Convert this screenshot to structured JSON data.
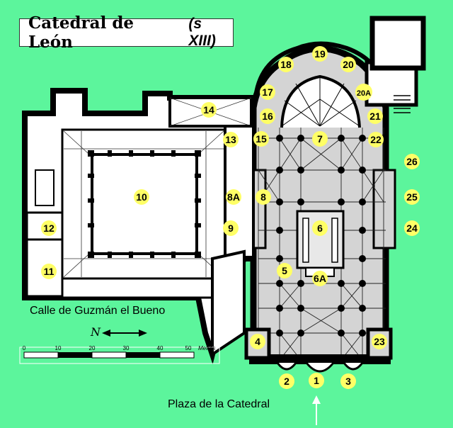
{
  "title": {
    "main": "Catedral de León",
    "century": "(s XIII)"
  },
  "labels": {
    "street": "Calle de Guzmán el Bueno",
    "plaza": "Plaza de la Catedral",
    "north": "N",
    "scale_unit": "Metros",
    "scale_ticks": [
      "0",
      "10",
      "20",
      "30",
      "40",
      "50"
    ]
  },
  "markers": [
    "1",
    "2",
    "3",
    "4",
    "5",
    "6",
    "6A",
    "7",
    "8",
    "8A",
    "9",
    "10",
    "11",
    "12",
    "13",
    "14",
    "15",
    "16",
    "17",
    "18",
    "19",
    "20",
    "20A",
    "21",
    "22",
    "23",
    "24",
    "25",
    "26"
  ],
  "colors": {
    "background": "#5cf59c",
    "cathedral_floor": "#d4d4d4",
    "cloister_floor": "#ffffff",
    "walls": "#000000",
    "marker_fill": "#ffff66"
  }
}
